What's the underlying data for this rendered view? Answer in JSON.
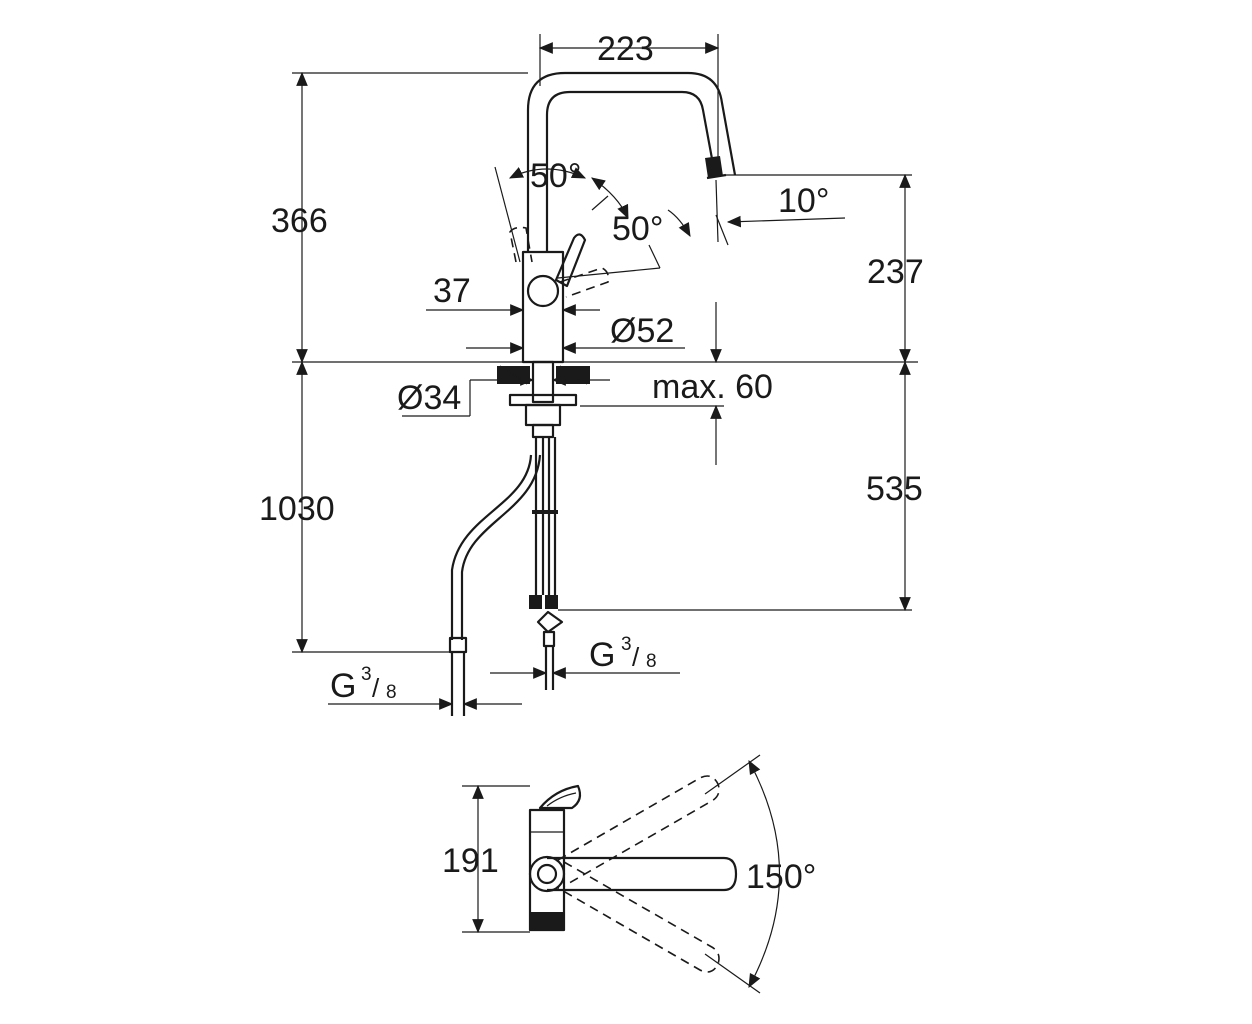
{
  "diagram": {
    "side_view": {
      "dimensions": {
        "spout_reach": "223",
        "height_above_deck": "366",
        "aerator_height": "237",
        "hose_length": "1030",
        "hose_drop": "535",
        "base_diameter": "Ø52",
        "hole_diameter": "Ø34",
        "lever_offset": "37",
        "max_deck": "max. 60",
        "lever_angle_left": "50°",
        "lever_angle_right": "50°",
        "spout_tilt": "10°"
      },
      "connections": [
        {
          "thread": "G",
          "num": "3",
          "den": "8"
        },
        {
          "thread": "G",
          "num": "3",
          "den": "8"
        }
      ]
    },
    "top_view": {
      "dimensions": {
        "depth": "191",
        "swivel_angle": "150°"
      }
    },
    "colors": {
      "line": "#1a1a1a",
      "background": "#ffffff"
    }
  }
}
